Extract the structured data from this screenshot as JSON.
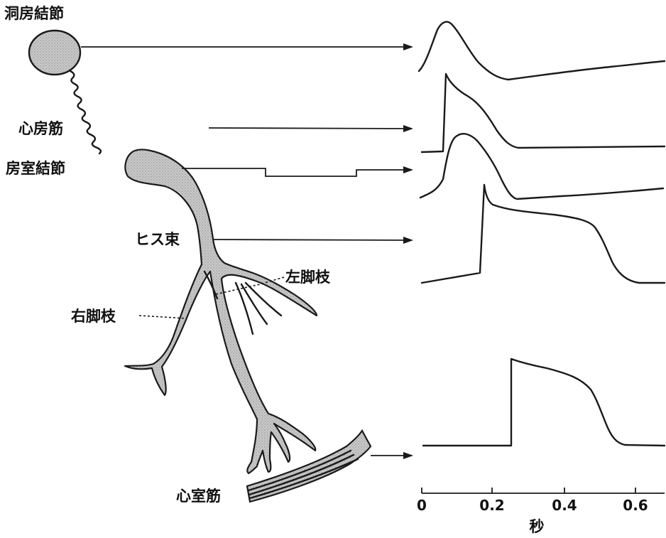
{
  "labels": {
    "sa_node": "洞房結節",
    "atrial_muscle": "心房筋",
    "av_node": "房室結節",
    "his_bundle": "ヒス束",
    "left_bundle_branch": "左脚枝",
    "right_bundle_branch": "右脚枝",
    "ventricular_muscle": "心室筋"
  },
  "time_axis": {
    "label": "秒",
    "ticks": [
      "0",
      "0.2",
      "0.4",
      "0.6"
    ]
  }
}
